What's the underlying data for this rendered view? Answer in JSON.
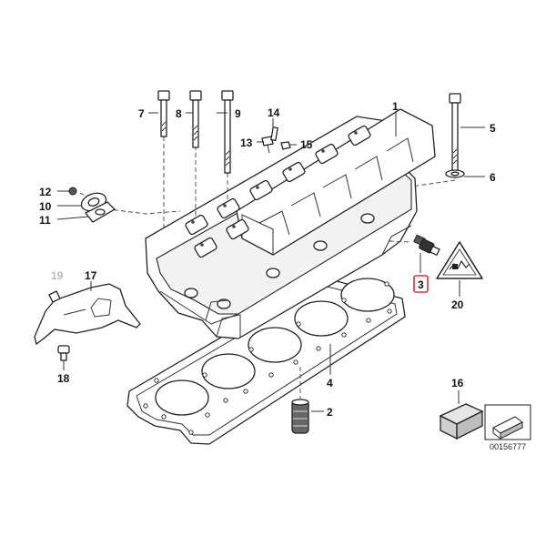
{
  "callouts": {
    "p1": "1",
    "p2": "2",
    "p3": "3",
    "p4": "4",
    "p5": "5",
    "p6": "6",
    "p7": "7",
    "p8": "8",
    "p9": "9",
    "p10": "10",
    "p11": "11",
    "p12": "12",
    "p13": "13",
    "p14": "14",
    "p15": "15",
    "p16": "16",
    "p17": "17",
    "p18": "18",
    "p19": "19",
    "p20": "20"
  },
  "highlighted_callout": "3",
  "colors": {
    "highlight": "#e0303a",
    "faded_callout": "#b8b8b8",
    "line": "#333333"
  },
  "reference_number": "00156777"
}
